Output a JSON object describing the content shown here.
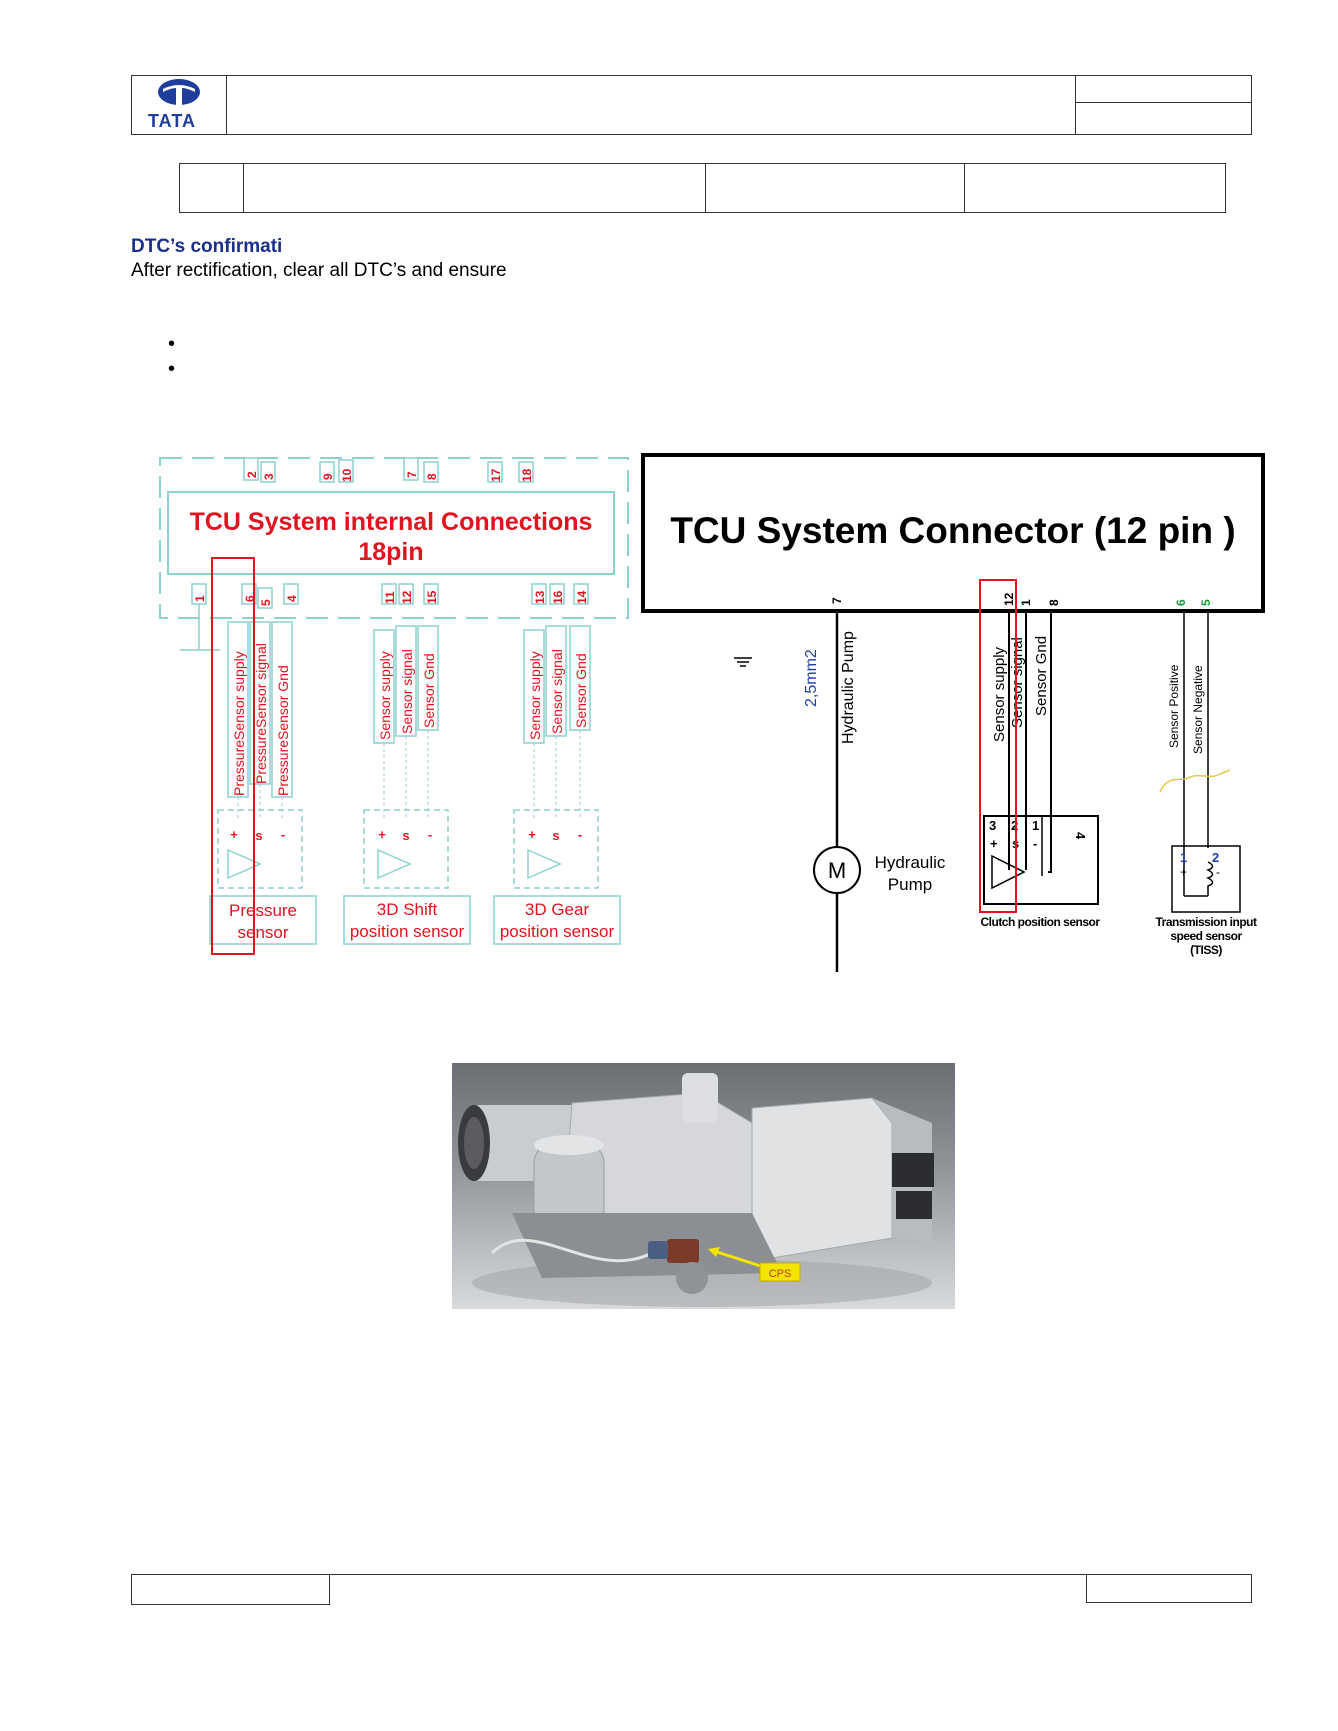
{
  "header": {
    "logo_text": "TATA",
    "title": "",
    "right_top": "",
    "right_bottom": ""
  },
  "subheader": {
    "cells": [
      "",
      "",
      "",
      ""
    ]
  },
  "section": {
    "heading": "DTC’s confirmati",
    "paragraph": "After rectification, clear all DTC’s and ensure",
    "bullets": [
      "",
      ""
    ]
  },
  "diagram_left": {
    "title_line1": "TCU  System internal Connections",
    "title_line2": "18pin",
    "top_pins": [
      "2",
      "3",
      "9",
      "10",
      "7",
      "8",
      "17",
      "18"
    ],
    "bottom_pins": [
      "1",
      "6",
      "5",
      "4",
      "11",
      "12",
      "15",
      "13",
      "16",
      "14"
    ],
    "pressure_wires": [
      "PressureSensor supply",
      "PressureSensor signal",
      "PressureSensor Gnd"
    ],
    "shift_wires": [
      "Sensor supply",
      "Sensor signal",
      "Sensor Gnd"
    ],
    "gear_wires": [
      "Sensor supply",
      "Sensor signal",
      "Sensor Gnd"
    ],
    "terminal_plus": "+",
    "terminal_s": "s",
    "terminal_minus": "-",
    "sensors": {
      "pressure_l1": "Pressure",
      "pressure_l2": "sensor",
      "shift_l1": "3D Shift",
      "shift_l2": "position sensor",
      "gear_l1": "3D Gear",
      "gear_l2": "position sensor"
    }
  },
  "diagram_right": {
    "title": "TCU  System Connector (12 pin )",
    "pins": [
      "7",
      "12",
      "1",
      "8",
      "6",
      "5"
    ],
    "cross_section": "2,5mm2",
    "pump_wire": "Hydraulic Pump",
    "motor": "M",
    "pump_l1": "Hydraulic",
    "pump_l2": "Pump",
    "clutch_wires": [
      "Sensor supply",
      "Sensor signal",
      "Sensor Gnd"
    ],
    "clutch_pins": [
      "3",
      "2",
      "1",
      "4"
    ],
    "clutch_terms": [
      "+",
      "s",
      "-"
    ],
    "clutch_label": "Clutch position sensor",
    "tiss_wires": [
      "Sensor Positive",
      "Sensor Negative"
    ],
    "tiss_pins": [
      "1",
      "2"
    ],
    "tiss_terms": [
      "+",
      "-"
    ],
    "tiss_l1": "Transmission input",
    "tiss_l2": "speed sensor",
    "tiss_l3": "(TISS)"
  },
  "photo": {
    "callout": "CPS"
  },
  "footer": {
    "left": "",
    "center": "",
    "right": ""
  },
  "colors": {
    "heading_blue": "#1a2f8c",
    "diagram_red": "#e0141e",
    "faded_outline": "#8fd0d0",
    "tiss_green": "#1a9a3a",
    "callout_yellow": "#f2e600"
  }
}
